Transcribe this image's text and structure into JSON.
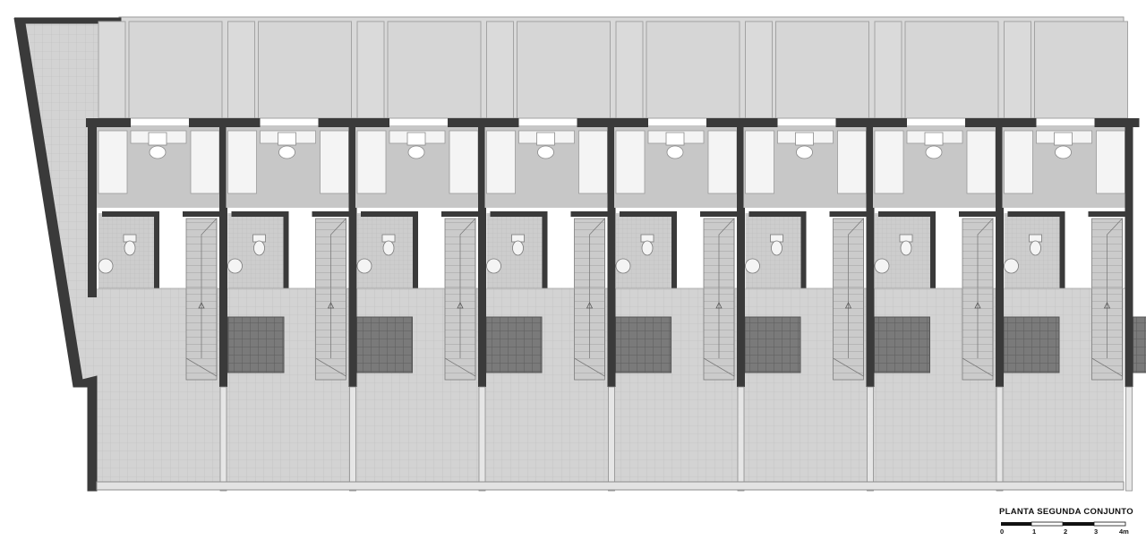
{
  "drawing": {
    "title": "PLANTA SEGUNDA CONJUNTO",
    "unit_count": 8,
    "scale_bar": {
      "ticks": [
        "0",
        "1",
        "2",
        "3",
        "4m"
      ]
    }
  },
  "colors": {
    "wall": "#3a3a3a",
    "upper_roof": "#d6d6d6",
    "room_fill": "#c7c7c7",
    "floor_fill": "#d2d2d2",
    "tile_grid": "#bcbcbc",
    "skylight": "#7d7d7d",
    "fixture": "#f4f4f4",
    "line": "#8c8c8c"
  }
}
